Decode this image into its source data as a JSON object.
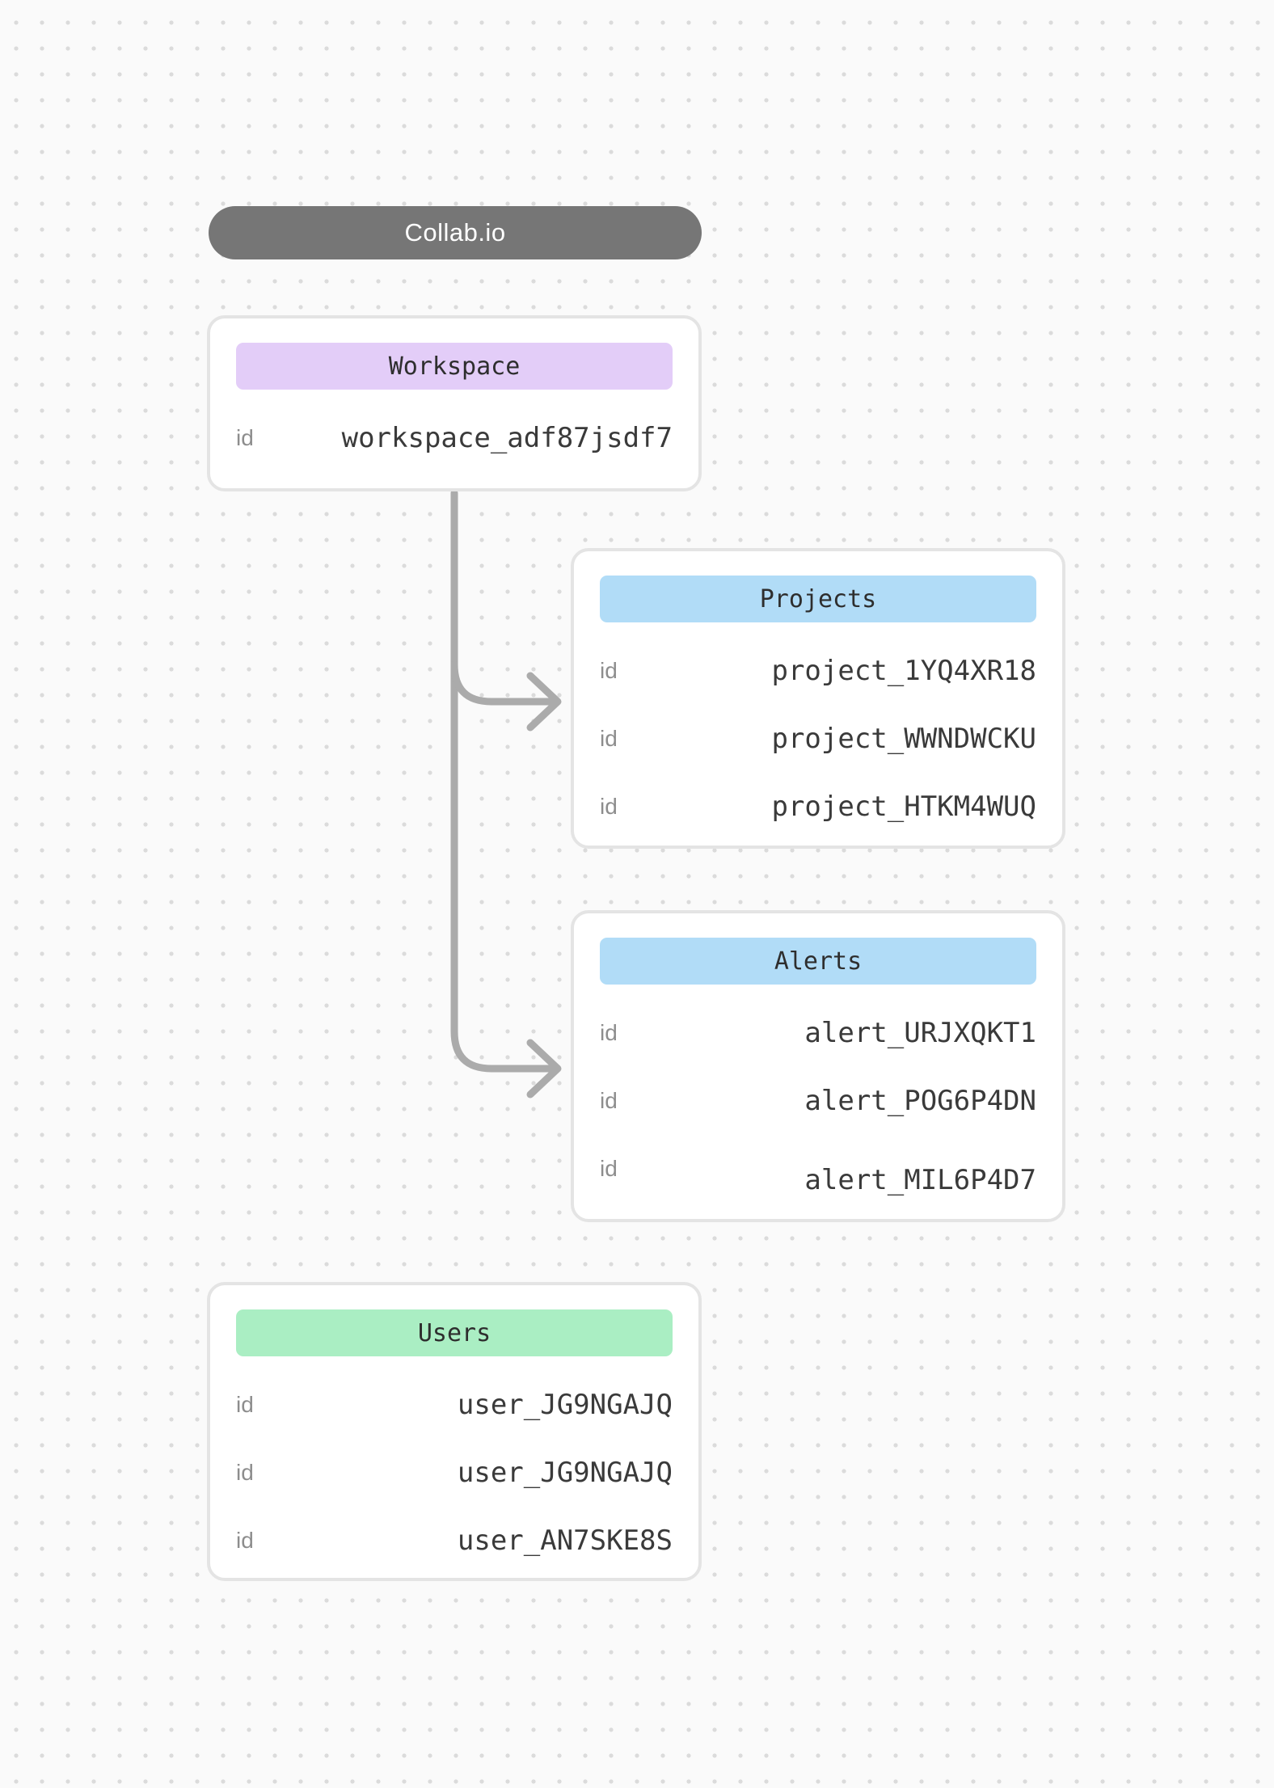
{
  "app": {
    "title": "Collab.io",
    "pill_color": "#767676"
  },
  "connector": {
    "color": "#ababab"
  },
  "canvas": {
    "background": "#fafafa",
    "dot_color": "#dbdbdb",
    "card_border": "#e4e4e4"
  },
  "entities": [
    {
      "title": "Workspace",
      "header_color": "#e3cdf8",
      "rows": [
        {
          "key": "id",
          "value": "workspace_adf87jsdf7"
        }
      ]
    },
    {
      "title": "Projects",
      "header_color": "#b1dcf7",
      "rows": [
        {
          "key": "id",
          "value": "project_1YQ4XR18"
        },
        {
          "key": "id",
          "value": "project_WWNDWCKU"
        },
        {
          "key": "id",
          "value": "project_HTKM4WUQ"
        }
      ]
    },
    {
      "title": "Alerts",
      "header_color": "#b1dcf7",
      "rows": [
        {
          "key": "id",
          "value": "alert_URJXQKT1"
        },
        {
          "key": "id",
          "value": "alert_POG6P4DN"
        },
        {
          "key": "id",
          "value": "alert_MIL6P4D7"
        }
      ]
    },
    {
      "title": "Users",
      "header_color": "#aaeec3",
      "rows": [
        {
          "key": "id",
          "value": "user_JG9NGAJQ"
        },
        {
          "key": "id",
          "value": "user_JG9NGAJQ"
        },
        {
          "key": "id",
          "value": "user_AN7SKE8S"
        }
      ]
    }
  ]
}
